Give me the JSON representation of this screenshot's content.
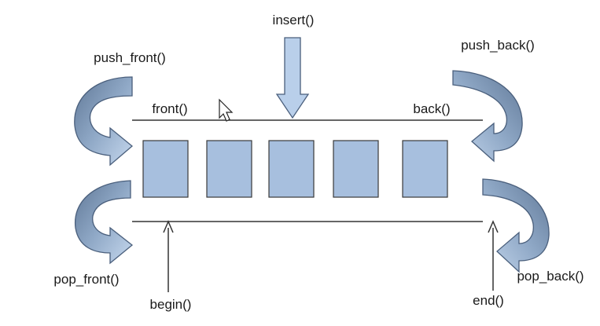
{
  "labels": {
    "insert": "insert()",
    "push_front": "push_front()",
    "push_back": "push_back()",
    "front": "front()",
    "back": "back()",
    "pop_front": "pop_front()",
    "pop_back": "pop_back()",
    "begin": "begin()",
    "end": "end()"
  },
  "colors": {
    "box_fill": "#a7bfde",
    "box_stroke": "#3a3a3a",
    "arrow_dark": "#6f85a3",
    "arrow_light": "#b9cfea",
    "line": "#333333"
  },
  "icons": [
    "mouse-cursor-icon"
  ]
}
